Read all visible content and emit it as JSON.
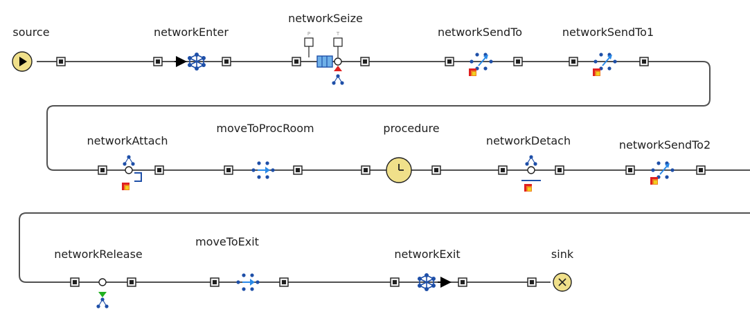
{
  "diagram": {
    "colors": {
      "line": "#505050",
      "port_fill": "#f0f0f0",
      "port_border": "#202020",
      "network_blue": "#1e4fa8",
      "arrow_blue": "#2a8ae8",
      "source_sink_fill": "#f0e08a",
      "resource_red": "#e02020",
      "resource_orange": "#f08020",
      "resource_yellow": "#f0d020",
      "release_green": "#20b020"
    },
    "labels": {
      "source": "source",
      "networkEnter": "networkEnter",
      "networkSeize": "networkSeize",
      "networkSendTo": "networkSendTo",
      "networkSendTo1": "networkSendTo1",
      "networkAttach": "networkAttach",
      "moveToProcRoom": "moveToProcRoom",
      "procedure": "procedure",
      "networkDetach": "networkDetach",
      "networkSendTo2": "networkSendTo2",
      "networkRelease": "networkRelease",
      "moveToExit": "moveToExit",
      "networkExit": "networkExit",
      "sink": "sink"
    },
    "seize_ports": {
      "p": "P",
      "t": "T"
    }
  }
}
